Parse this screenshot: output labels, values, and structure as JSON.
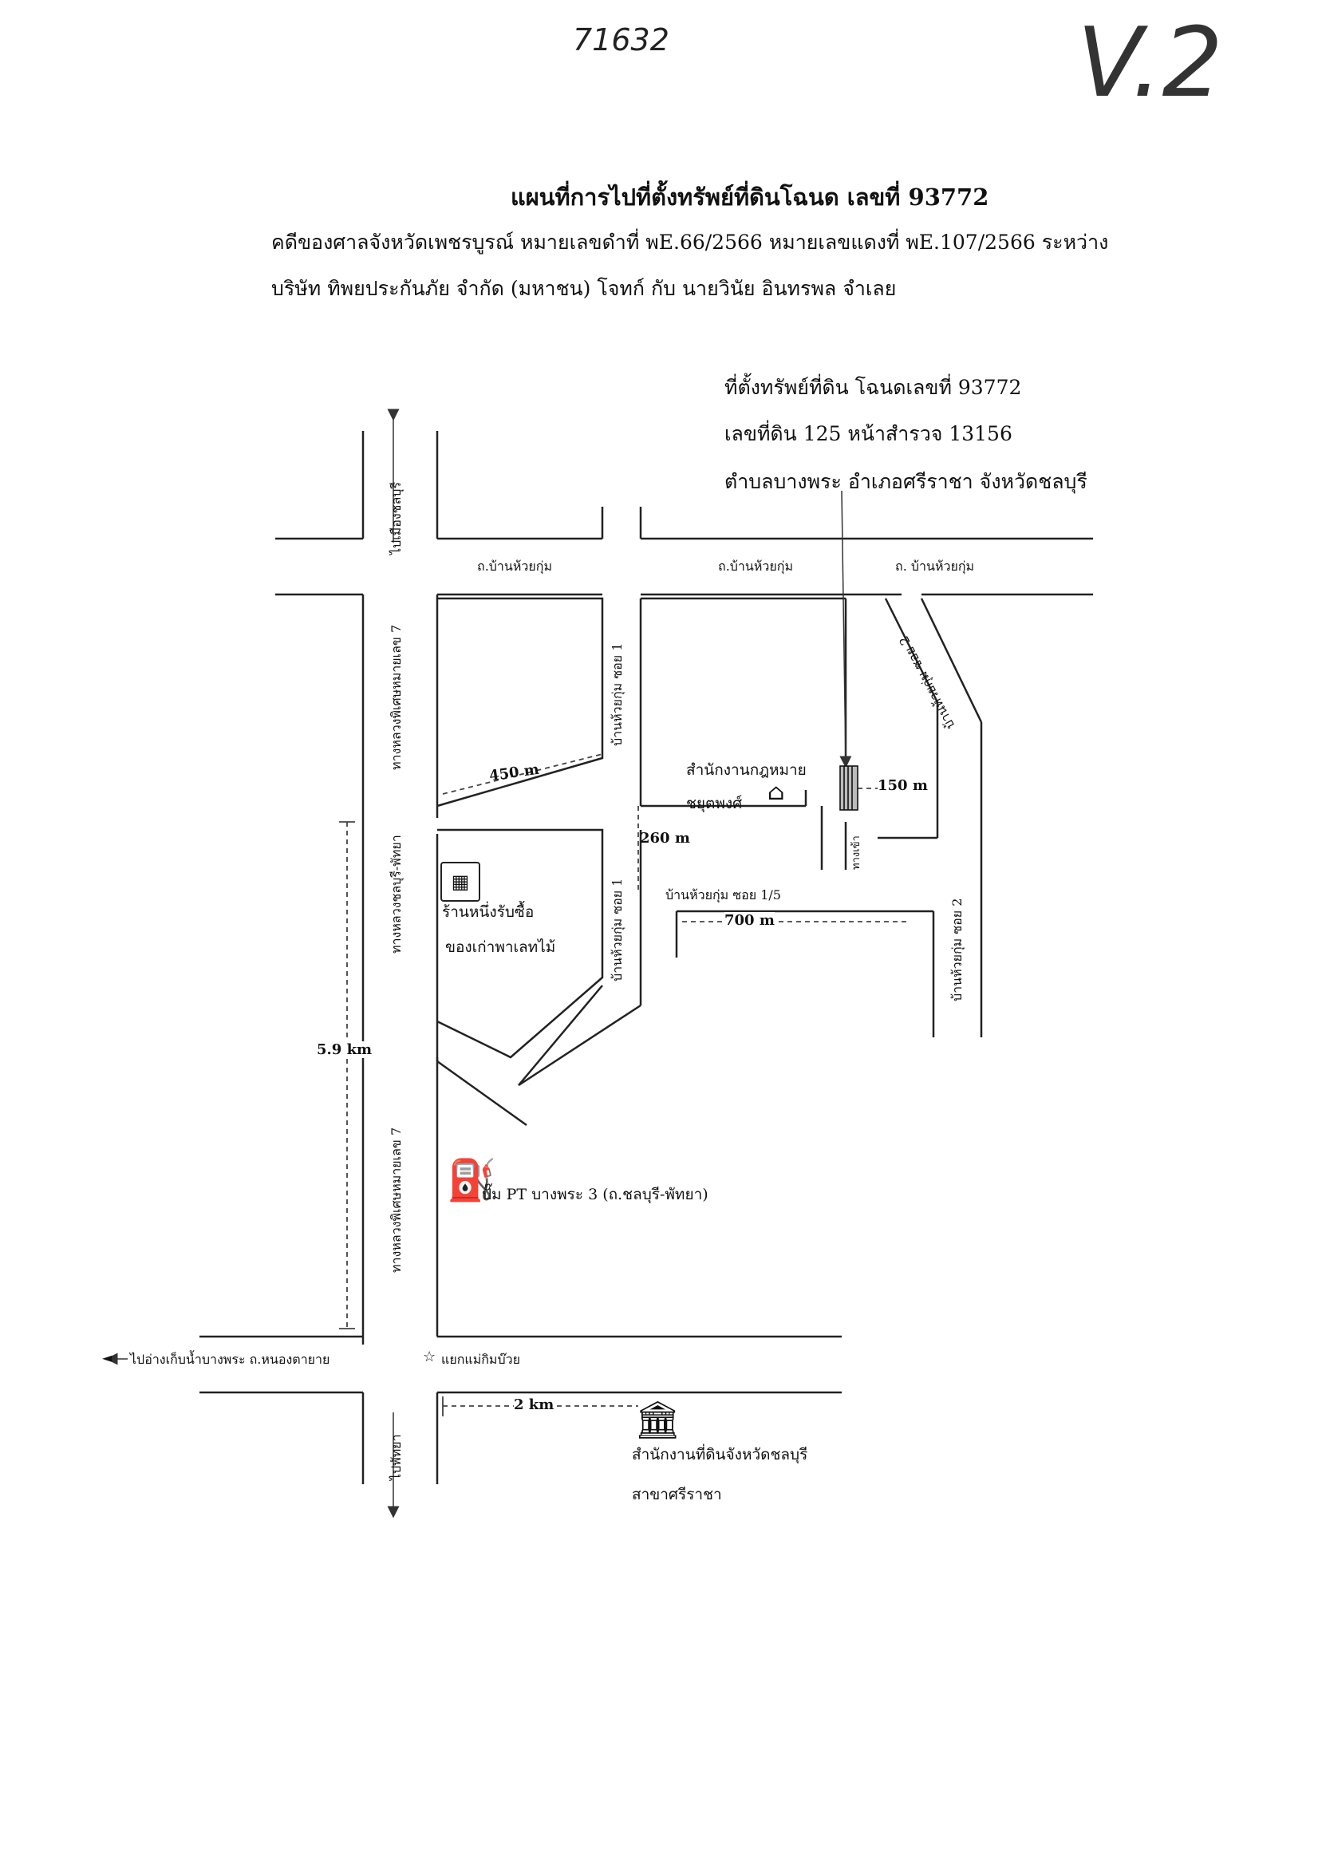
{
  "handwritten": {
    "ref_number": "71632",
    "mark": "V.2"
  },
  "header": {
    "title": "แผนที่การไปที่ตั้งทรัพย์ที่ดินโฉนด เลขที่ 93772",
    "line1": "คดีของศาลจังหวัดเพชรบูรณ์  หมายเลขดำที่ พE.66/2566   หมายเลขแดงที่ พE.107/2566   ระหว่าง",
    "line2": "บริษัท ทิพยประกันภัย จำกัด (มหาชน) โจทก์ กับ นายวินัย  อินทรพล จำเลย"
  },
  "location_note": {
    "line1": "ที่ตั้งทรัพย์ที่ดิน โฉนดเลขที่ 93772",
    "line2": "เลขที่ดิน 125 หน้าสำรวจ 13156",
    "line3": "ตำบลบางพระ อำเภอศรีราชา จังหวัดชลบุรี"
  },
  "roads": {
    "to_chonburi": "ไปเมืองชลบุรี",
    "highway_7_upper": "ทางหลวงพิเศษหมายเลข 7",
    "chonburi_pattaya": "ทางหลวงชลบุรี-พัทยา",
    "highway_7_lower": "ทางหลวงพิเศษหมายเลข 7",
    "to_pattaya": "ไปพัทยา",
    "ban_huai_kum_1": "ถ.บ้านห้วยกุ่ม",
    "ban_huai_kum_2": "ถ.บ้านห้วยกุ่ม",
    "ban_huai_kum_3": "ถ. บ้านห้วยกุ่ม",
    "soi1_upper": "บ้านห้วยกุ่ม ซอย 1",
    "soi1_lower": "บ้านห้วยกุ่ม ซอย 1",
    "soi1_5": "บ้านห้วยกุ่ม ซอย 1/5",
    "soi2_diag": "บ้านห้วยกุ่ม ซอย 2",
    "soi2_vert": "บ้านห้วยกุ่ม ซอย 2",
    "to_reservoir": "ไปอ่างเก็บน้ำบางพระ  ถ.หนองตายาย",
    "junction": "แยกแม่กิมบ๊วย",
    "small_lane": "ทางเข้า"
  },
  "distances": {
    "d450": "450 m",
    "d150": "150 m",
    "d260": "260 m",
    "d700": "700 m",
    "d59": "5.9 km",
    "d2": "2 km"
  },
  "places": {
    "law_office_1": "สำนักงานกฎหมาย",
    "law_office_2": "ชยุตพงศ์",
    "shop_1": "ร้านหนึ่งรับซื้อ",
    "shop_2": "ของเก่าพาเลทไม้",
    "gas_station": "ปั๊ม PT บางพระ 3 (ถ.ชลบุรี-พัทยา)",
    "land_office_1": "สำนักงานที่ดินจังหวัดชลบุรี",
    "land_office_2": "สาขาศรีราชา"
  },
  "icons": {
    "house": "house-icon",
    "shop": "shop-icon",
    "fuel": "fuel-pump-icon",
    "government": "government-building-icon",
    "star": "star-icon",
    "arrow_left": "arrow-left-icon"
  }
}
